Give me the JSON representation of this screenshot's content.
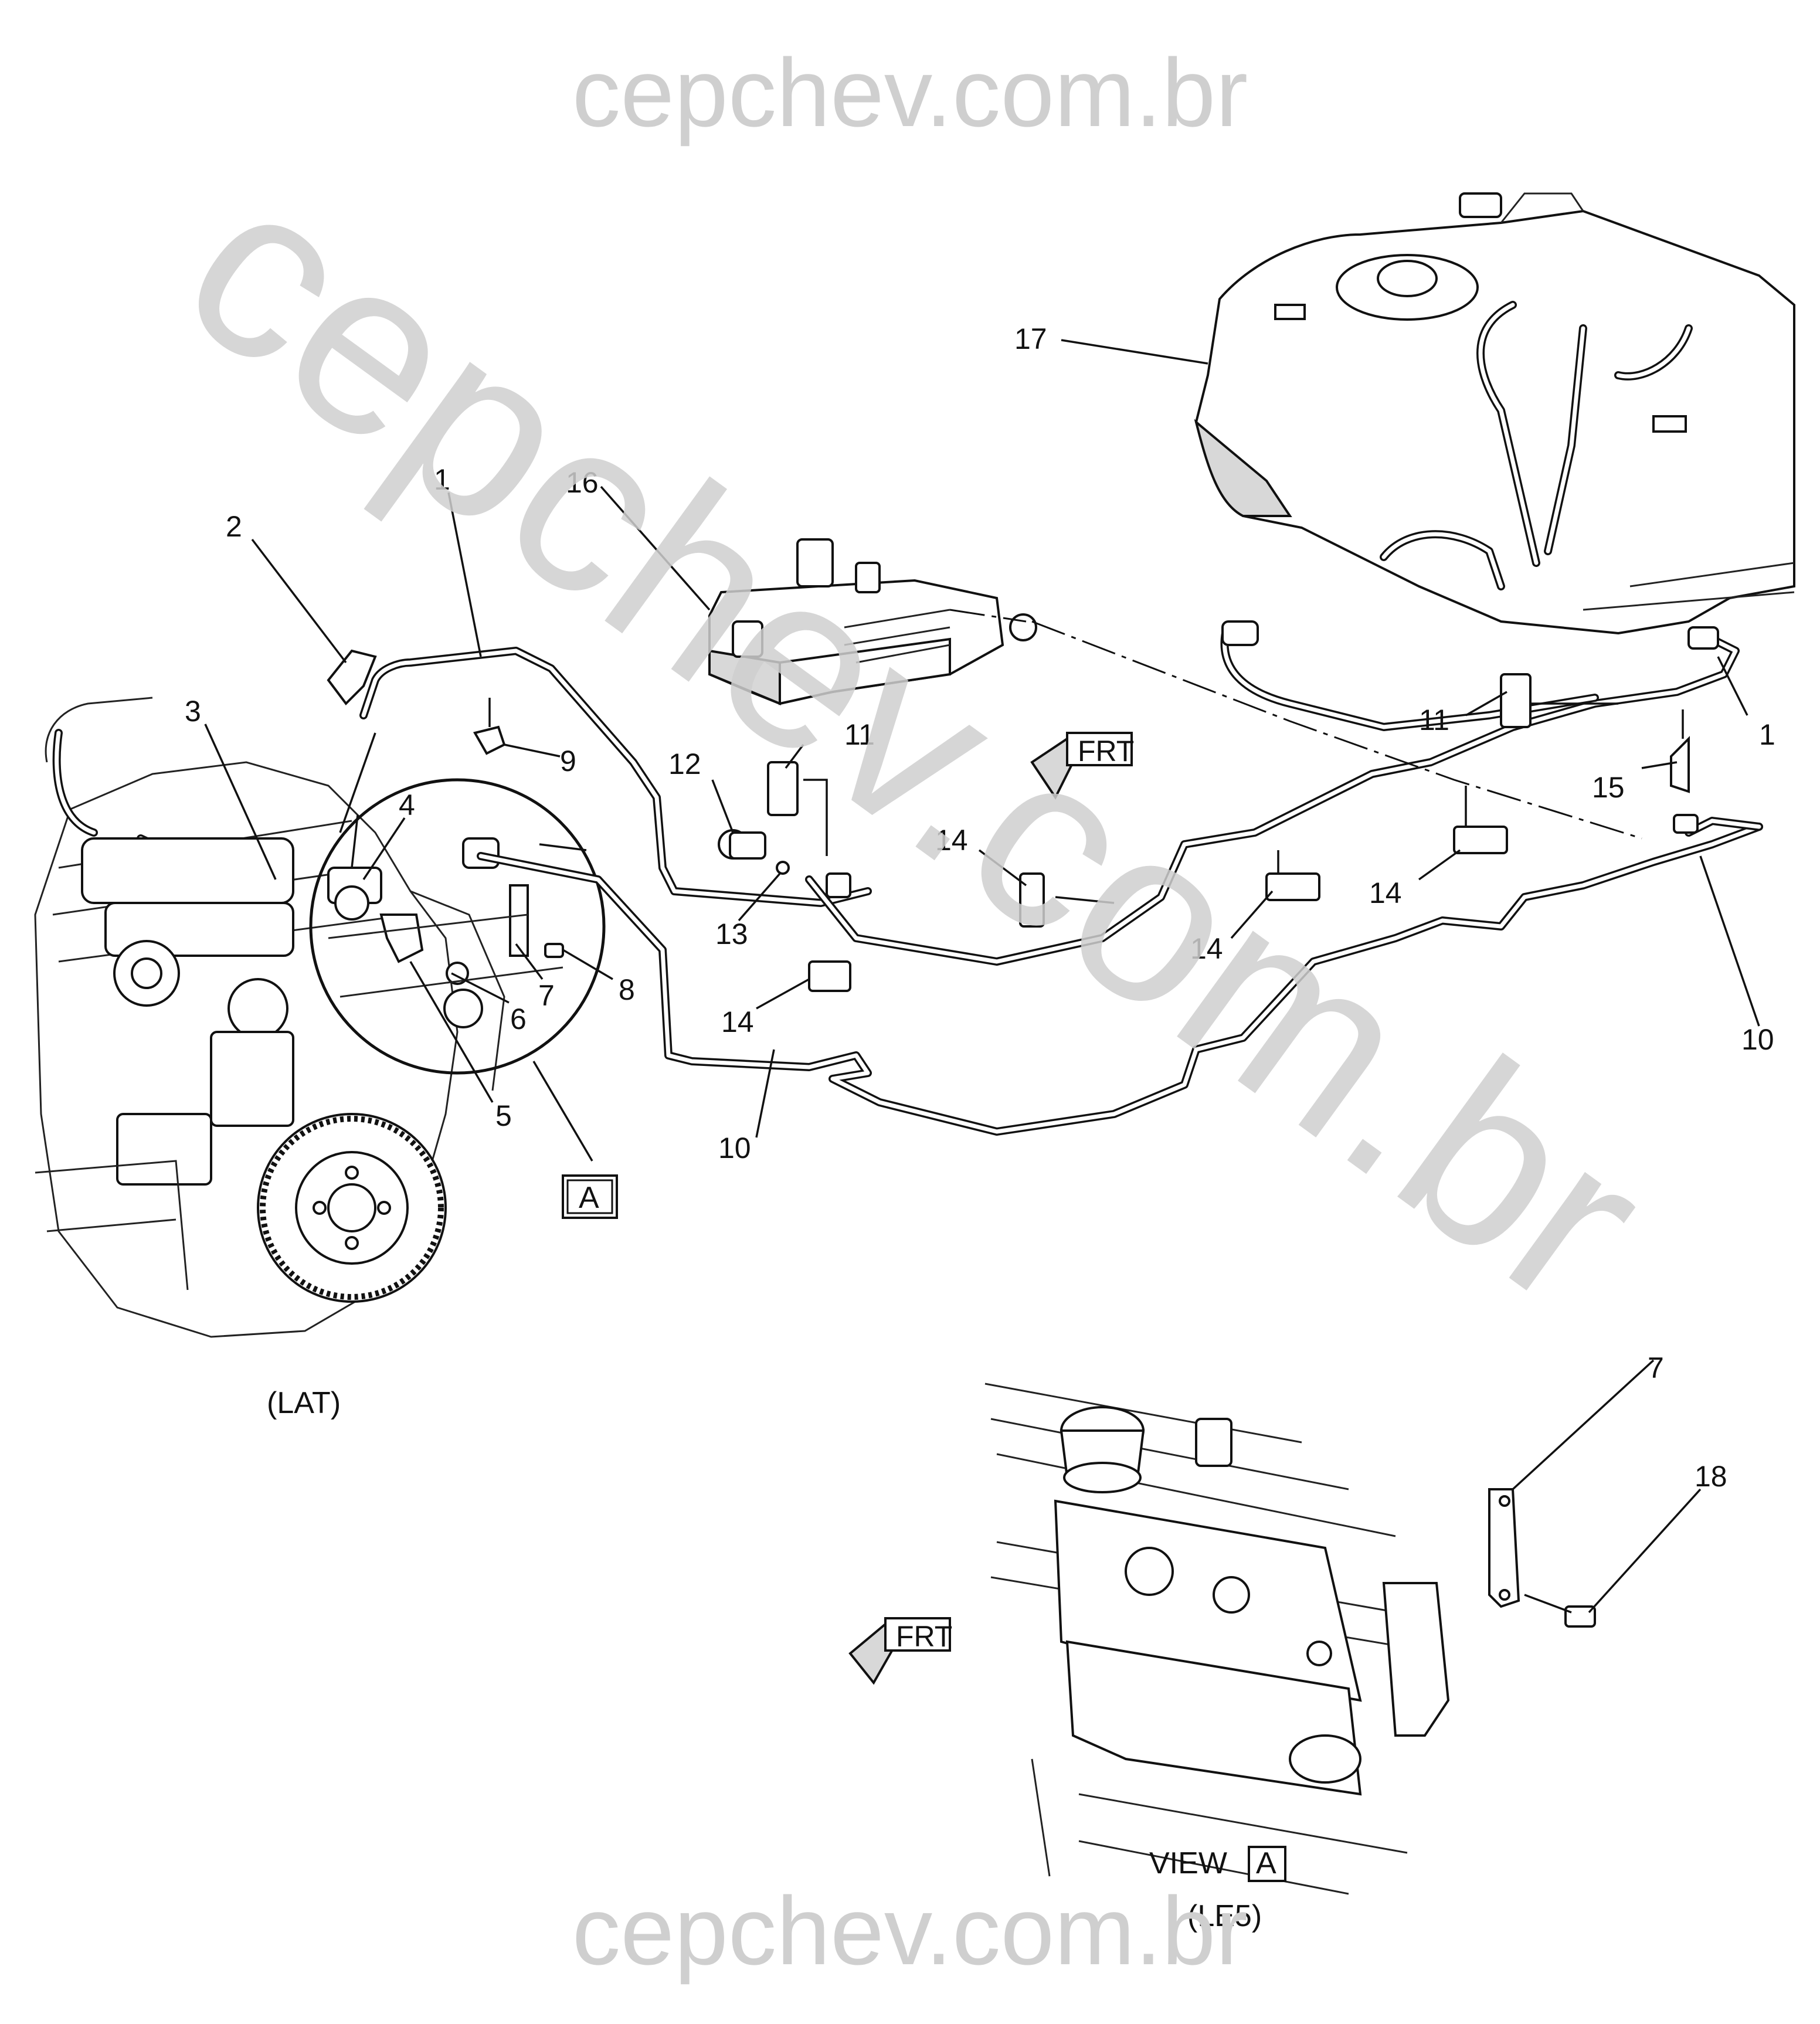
{
  "watermark": {
    "top": "cepchev.com.br",
    "bottom": "cepchev.com.br",
    "diagonal": "cepchev.com.br"
  },
  "callouts": [
    {
      "id": "c1a",
      "text": "1"
    },
    {
      "id": "c1b",
      "text": "1"
    },
    {
      "id": "c2",
      "text": "2"
    },
    {
      "id": "c3",
      "text": "3"
    },
    {
      "id": "c4",
      "text": "4"
    },
    {
      "id": "c5",
      "text": "5"
    },
    {
      "id": "c6",
      "text": "6"
    },
    {
      "id": "c7a",
      "text": "7"
    },
    {
      "id": "c7b",
      "text": "7"
    },
    {
      "id": "c8",
      "text": "8"
    },
    {
      "id": "c9",
      "text": "9"
    },
    {
      "id": "c10a",
      "text": "10"
    },
    {
      "id": "c10b",
      "text": "10"
    },
    {
      "id": "c11a",
      "text": "11"
    },
    {
      "id": "c11b",
      "text": "11"
    },
    {
      "id": "c12",
      "text": "12"
    },
    {
      "id": "c13",
      "text": "13"
    },
    {
      "id": "c14a",
      "text": "14"
    },
    {
      "id": "c14b",
      "text": "14"
    },
    {
      "id": "c14c",
      "text": "14"
    },
    {
      "id": "c14d",
      "text": "14"
    },
    {
      "id": "c15",
      "text": "15"
    },
    {
      "id": "c16",
      "text": "16"
    },
    {
      "id": "c17",
      "text": "17"
    },
    {
      "id": "c18",
      "text": "18"
    }
  ],
  "captions": {
    "lat": "(LAT)",
    "view": "VIEW",
    "view_ref": "A",
    "le5": "(LE5)",
    "detail_ref": "A"
  },
  "frt_label": "FRT"
}
